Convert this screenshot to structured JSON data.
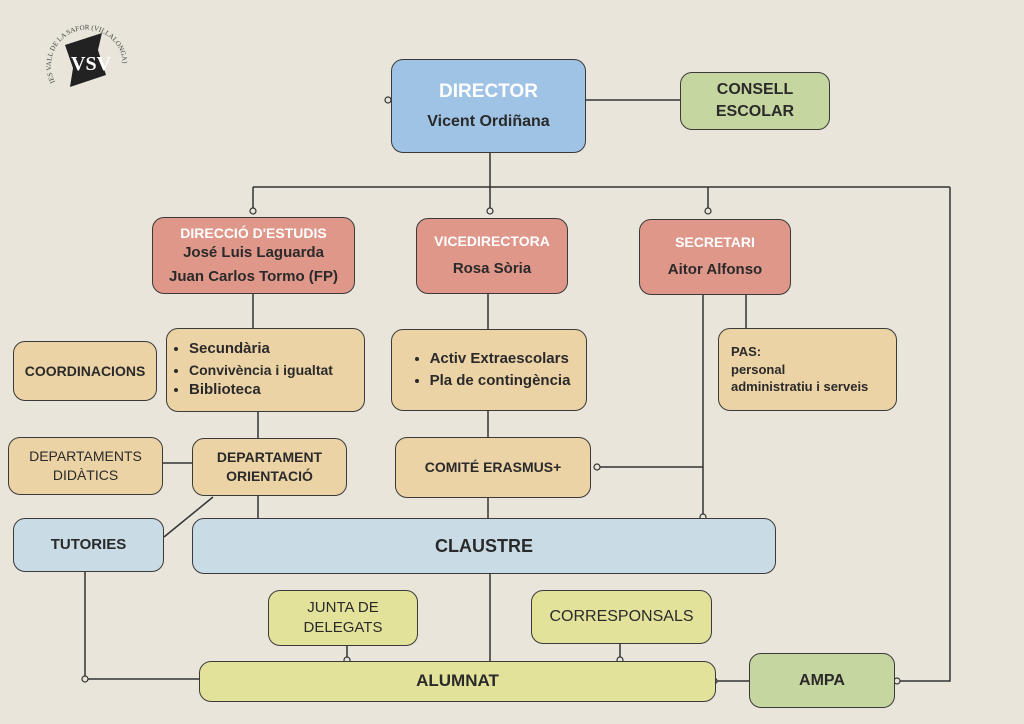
{
  "logo": {
    "text": "IES VALL DE LA SAFOR (VILLALONGA)",
    "mark": "VSV"
  },
  "director": {
    "title": "DIRECTOR",
    "name": "Vicent Ordiñana"
  },
  "consell": {
    "line1": "CONSELL",
    "line2": "ESCOLAR"
  },
  "direccio": {
    "title": "DIRECCIÓ D'ESTUDIS",
    "name1": "José Luis Laguarda",
    "name2": "Juan Carlos Tormo (FP)"
  },
  "vicedirectora": {
    "title": "VICEDIRECTORA",
    "name": "Rosa Sòria"
  },
  "secretari": {
    "title": "SECRETARI",
    "name": "Aitor Alfonso"
  },
  "coordinacions": "COORDINACIONS",
  "coord_list": [
    "Secundària",
    "Convivència i igualtat",
    "Biblioteca"
  ],
  "vice_list": [
    "Activ Extraescolars",
    "Pla de contingència"
  ],
  "pas": {
    "line1": "PAS:",
    "line2": "personal",
    "line3": "administratiu i serveis"
  },
  "departaments": {
    "line1": "DEPARTAMENTS",
    "line2": "DIDÀTICS"
  },
  "orientacio": {
    "line1": "DEPARTAMENT",
    "line2": "ORIENTACIÓ"
  },
  "erasmus": "COMITÉ ERASMUS+",
  "tutories": "TUTORIES",
  "claustre": "CLAUSTRE",
  "junta": {
    "line1": "JUNTA DE",
    "line2": "DELEGATS"
  },
  "corresponsals": "CORRESPONSALS",
  "alumnat": "ALUMNAT",
  "ampa": "AMPA",
  "colors": {
    "background": "#e9e5db",
    "director": "#9fc3e4",
    "management": "#df978a",
    "coordination": "#ecd3a6",
    "claustre": "#c9dbe5",
    "students": "#e3e29b",
    "council": "#c6d6a0"
  }
}
